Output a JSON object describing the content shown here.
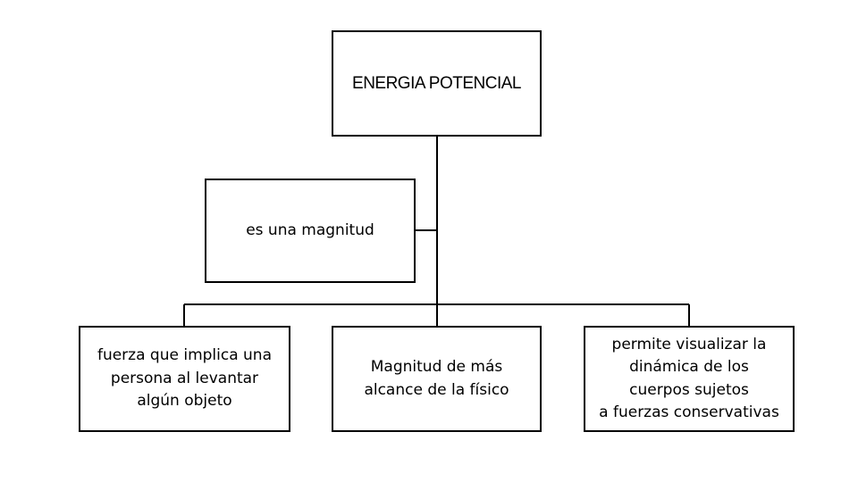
{
  "diagram": {
    "root": {
      "label": "ENERGIA POTENCIAL"
    },
    "side_node": {
      "label": "es una magnitud"
    },
    "children": [
      {
        "label": "fuerza que implica una\npersona al levantar\nalgún objeto"
      },
      {
        "label": "Magnitud de más\nalcance de la físico"
      },
      {
        "label": "permite visualizar la\ndinámica de los\ncuerpos sujetos\na fuerzas conservativas"
      }
    ],
    "colors": {
      "background": "#ffffff",
      "border": "#000000",
      "text": "#000000"
    }
  }
}
